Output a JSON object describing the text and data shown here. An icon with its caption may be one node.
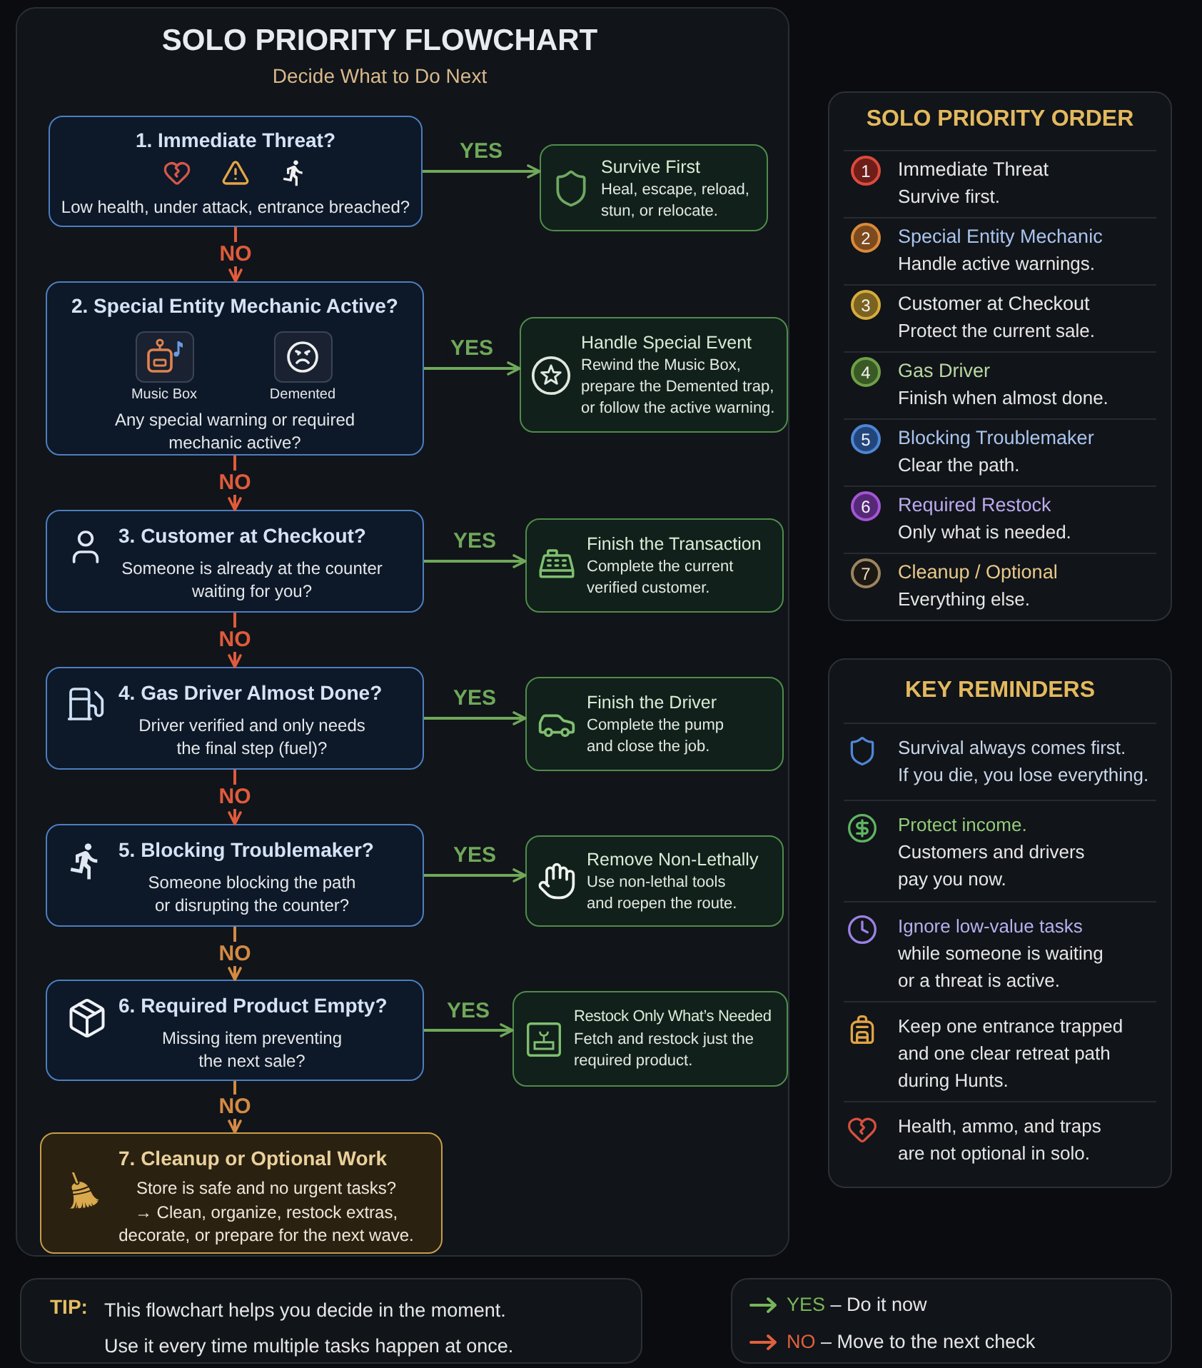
{
  "diagram": {
    "nodes": [
      {
        "text": [
          "SOLO PRIORITY FLOWCHART",
          "Decide What to Do Next"
        ]
      },
      {
        "text": [
          "1. Immediate Threat?",
          "Low health, under attack, entrance breached?"
        ],
        "in": 0
      },
      {
        "text": [
          "Survive First",
          "Heal, escape, reload, stun, or relocate."
        ],
        "in": 0
      },
      {
        "text": [
          "2. Special Entity Mechanic Active?",
          "Music Box",
          "Demented",
          "Any special warning or required mechanic active?"
        ],
        "in": 0
      },
      {
        "text": [
          "Handle Special Event",
          "Rewind the Music Box, prepare the Demented trap, or follow the active warning."
        ],
        "in": 0
      },
      {
        "text": [
          "3. Customer at Checkout?",
          "Someone is already at the counter waiting for you?"
        ],
        "in": 0
      },
      {
        "text": [
          "Finish the Transaction",
          "Complete the current verified customer."
        ],
        "in": 0
      },
      {
        "text": [
          "4. Gas Driver Almost Done?",
          "Driver verified and only needs the final step (fuel)?"
        ],
        "in": 0
      },
      {
        "text": [
          "Finish the Driver",
          "Complete the pump and close the job."
        ],
        "in": 0
      },
      {
        "text": [
          "5. Blocking Troublemaker?",
          "Someone blocking the path or disrupting the counter?"
        ],
        "in": 0
      },
      {
        "text": [
          "Remove Non-Lethally",
          "Use non-lethal tools and roepen the route."
        ],
        "in": 0
      },
      {
        "text": [
          "6. Required Product Empty?",
          "Missing item preventing the next sale?"
        ],
        "in": 0
      },
      {
        "text": [
          "Restock Only What’s Needed",
          "Fetch and restock just the required product."
        ],
        "in": 0
      },
      {
        "text": [
          "7. Cleanup or Optional Work",
          "Store is safe and no urgent tasks?",
          "→ Clean, organize, restock extras, decorate, or prepare for the next wave."
        ],
        "in": 0
      },
      {
        "text": [
          "SOLO PRIORITY ORDER",
          "Immediate Threat",
          "Survive first.",
          "Special Entity Mechanic",
          "Handle active warnings.",
          "Customer at Checkout",
          "Protect the current sale.",
          "Gas Driver",
          "Finish when almost done.",
          "Blocking Troublemaker",
          "Clear the path.",
          "Required Restock",
          "Only what is needed.",
          "Cleanup / Optional",
          "Everything else."
        ]
      },
      {
        "text": [
          "1"
        ],
        "in": 14
      },
      {
        "text": [
          "2"
        ],
        "in": 14
      },
      {
        "text": [
          "3"
        ],
        "in": 14
      },
      {
        "text": [
          "4"
        ],
        "in": 14
      },
      {
        "text": [
          "5"
        ],
        "in": 14
      },
      {
        "text": [
          "6"
        ],
        "in": 14
      },
      {
        "text": [
          "7"
        ],
        "in": 14
      },
      {
        "text": [
          "KEY REMINDERS",
          "Survival always comes first.",
          "If you die, you lose everything.",
          "Protect income.",
          "Customers and drivers pay you now.",
          "Ignore low-value tasks",
          "while someone is waiting or a threat is active.",
          "Keep one entrance trapped and one clear retreat path during Hunts.",
          "Health, ammo, and traps are not optional in solo."
        ]
      },
      {
        "text": [
          "TIP:",
          "This flowchart helps you decide in the moment.",
          "Use it every time multiple tasks happen at once."
        ]
      }
    ],
    "edges": [
      {
        "from": 1,
        "to": 2,
        "arrow": "to",
        "label": "YES",
        "color": "#6fa85a"
      },
      {
        "from": 1,
        "to": 3,
        "arrow": "to",
        "label": "NO",
        "color": "#df5b3c"
      },
      {
        "from": 3,
        "to": 4,
        "arrow": "to",
        "label": "YES",
        "color": "#6fa85a"
      },
      {
        "from": 3,
        "to": 5,
        "arrow": "to",
        "label": "NO",
        "color": "#df5b3c"
      },
      {
        "from": 5,
        "to": 6,
        "arrow": "to",
        "label": "YES",
        "color": "#6fa85a"
      },
      {
        "from": 5,
        "to": 7,
        "arrow": "to",
        "label": "NO",
        "color": "#df5b3c"
      },
      {
        "from": 7,
        "to": 8,
        "arrow": "to",
        "label": "YES",
        "color": "#6fa85a"
      },
      {
        "from": 7,
        "to": 9,
        "arrow": "to",
        "label": "NO",
        "color": "#df5b3c"
      },
      {
        "from": 9,
        "to": 10,
        "arrow": "to",
        "label": "YES",
        "color": "#6fa85a"
      },
      {
        "from": 9,
        "to": 11,
        "arrow": "to",
        "label": "NO",
        "color": "#d38a44"
      },
      {
        "from": 11,
        "to": 12,
        "arrow": "to",
        "label": "YES",
        "color": "#6fa85a"
      },
      {
        "from": 11,
        "to": 13,
        "arrow": "to",
        "label": "NO",
        "color": "#d38a44"
      }
    ],
    "legend": [
      {
        "text": "YES – Do it now"
      },
      {
        "text": "NO – Move to the next check"
      }
    ]
  }
}
